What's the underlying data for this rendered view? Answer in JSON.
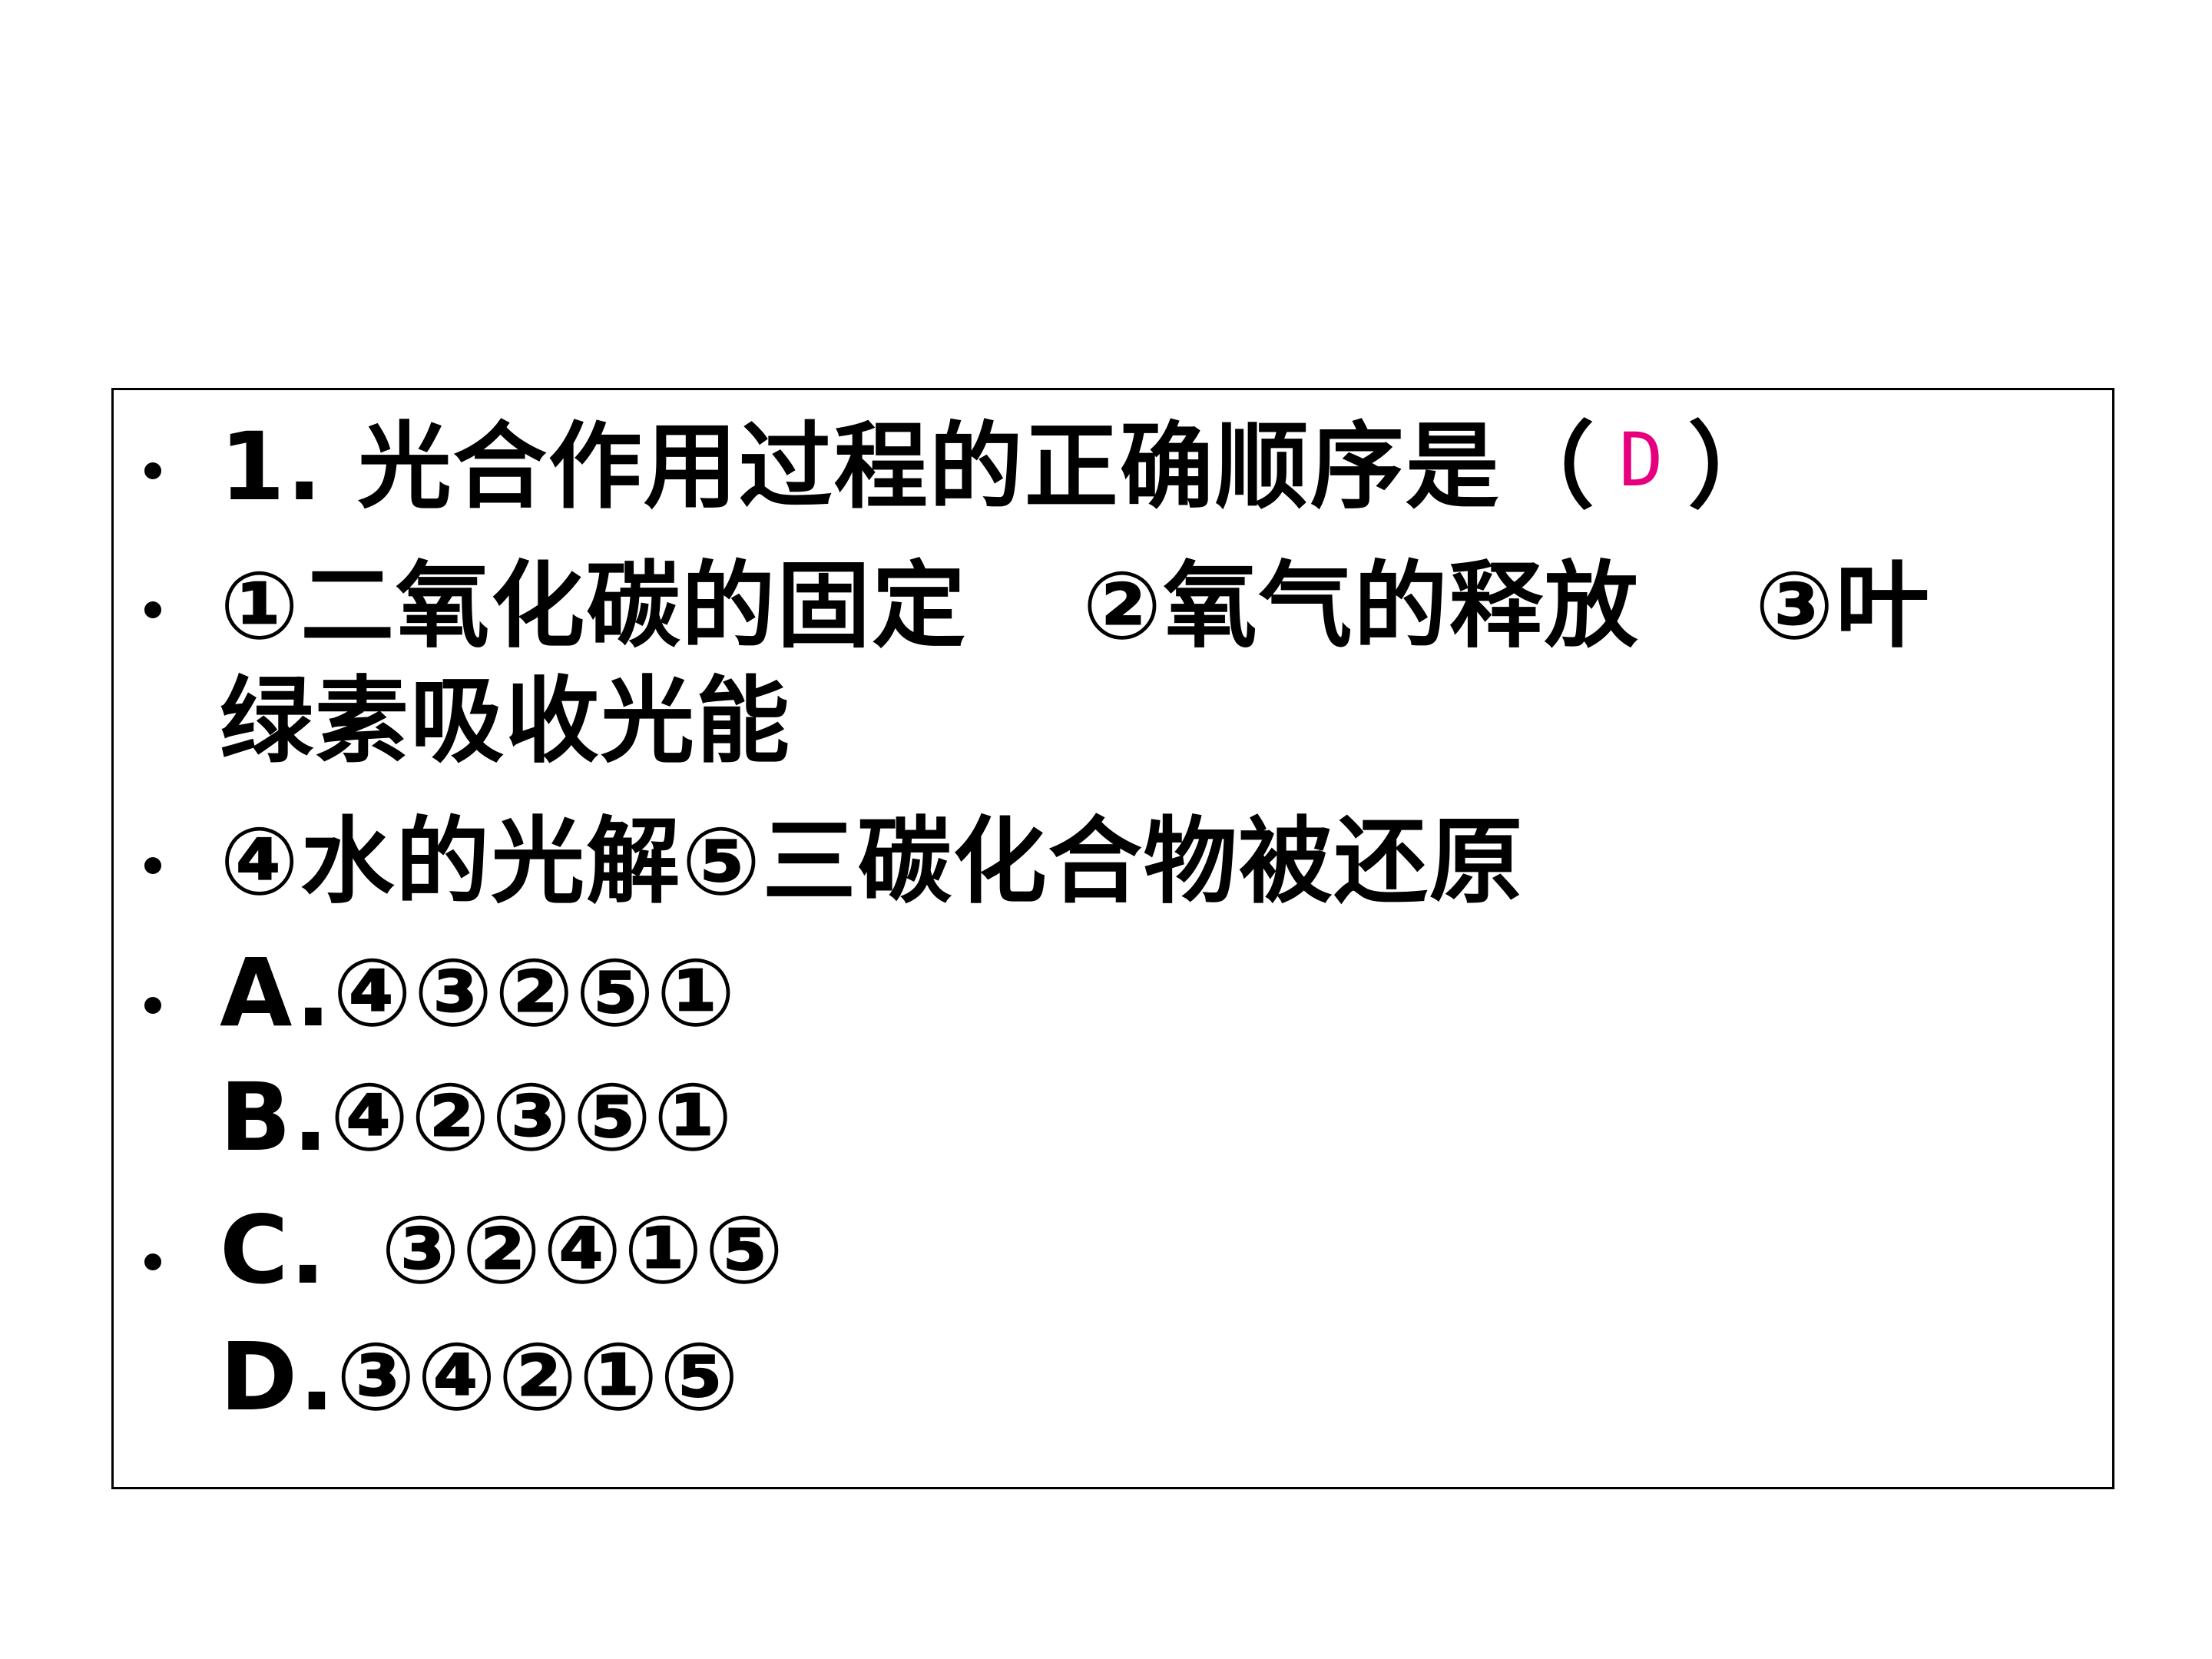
{
  "question": {
    "stem": "1. 光合作用过程的正确顺序是（",
    "stem_close": "）",
    "answer": "D",
    "item1": "①二氧化碳的固定",
    "item2": "②氧气的释放",
    "item3_part1": "③叶",
    "item3_part2": "绿素吸收光能",
    "item4_5": "④水的光解⑤三碳化合物被还原",
    "option_a": "A.④③②⑤①",
    "option_b": "B.④②③⑤①",
    "option_c_label": "C.",
    "option_c_value": "③②④①⑤",
    "option_d": "D.③④②①⑤"
  }
}
